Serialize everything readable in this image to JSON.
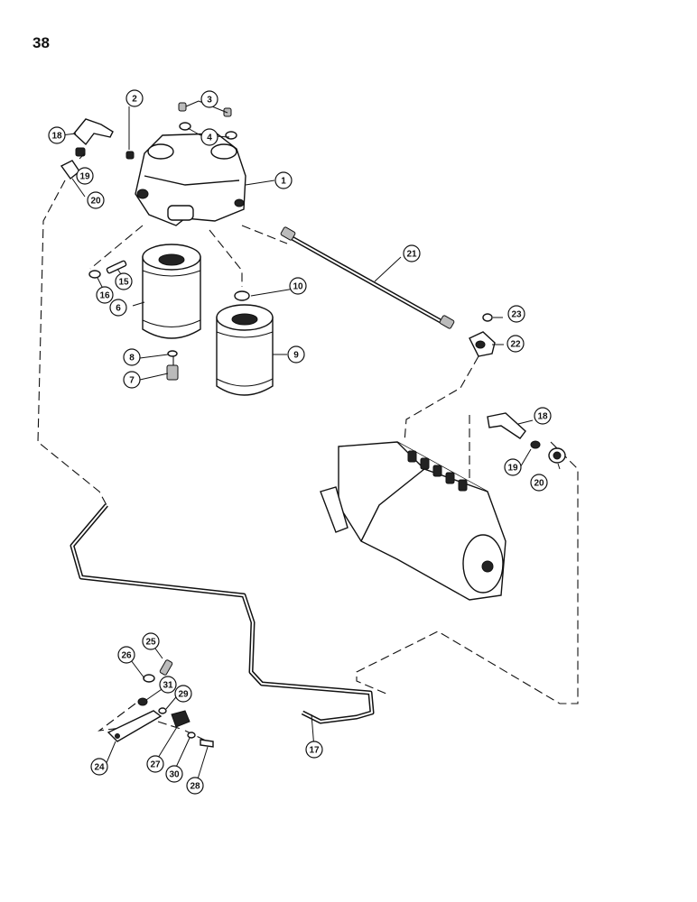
{
  "page": {
    "number": "38"
  },
  "callouts": [
    {
      "id": "c1",
      "label": "1"
    },
    {
      "id": "c2",
      "label": "2"
    },
    {
      "id": "c3",
      "label": "3"
    },
    {
      "id": "c4",
      "label": "4"
    },
    {
      "id": "c6",
      "label": "6"
    },
    {
      "id": "c7",
      "label": "7"
    },
    {
      "id": "c8",
      "label": "8"
    },
    {
      "id": "c9",
      "label": "9"
    },
    {
      "id": "c10",
      "label": "10"
    },
    {
      "id": "c15",
      "label": "15"
    },
    {
      "id": "c16",
      "label": "16"
    },
    {
      "id": "c17",
      "label": "17"
    },
    {
      "id": "c18a",
      "label": "18"
    },
    {
      "id": "c19a",
      "label": "19"
    },
    {
      "id": "c20a",
      "label": "20"
    },
    {
      "id": "c21",
      "label": "21"
    },
    {
      "id": "c22",
      "label": "22"
    },
    {
      "id": "c23",
      "label": "23"
    },
    {
      "id": "c18b",
      "label": "18"
    },
    {
      "id": "c19b",
      "label": "19"
    },
    {
      "id": "c20b",
      "label": "20"
    },
    {
      "id": "c24",
      "label": "24"
    },
    {
      "id": "c25",
      "label": "25"
    },
    {
      "id": "c26",
      "label": "26"
    },
    {
      "id": "c27",
      "label": "27"
    },
    {
      "id": "c28",
      "label": "28"
    },
    {
      "id": "c29",
      "label": "29"
    },
    {
      "id": "c30",
      "label": "30"
    },
    {
      "id": "c31",
      "label": "31"
    }
  ]
}
